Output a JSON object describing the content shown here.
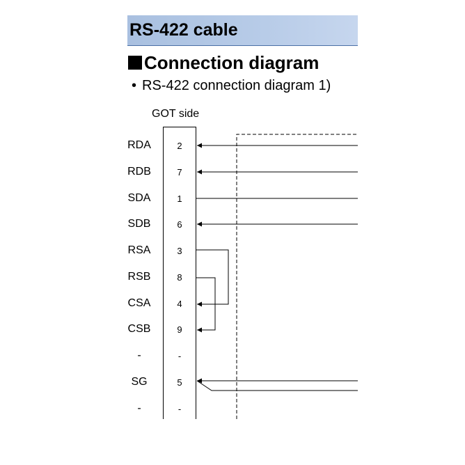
{
  "header": {
    "title": "RS-422 cable",
    "section_heading": "Connection diagram",
    "bullet_symbol": "•",
    "bullet_text": "RS-422 connection diagram 1)"
  },
  "diagram": {
    "side_label": "GOT side",
    "rows": [
      {
        "signal": "RDA",
        "pin": "2"
      },
      {
        "signal": "RDB",
        "pin": "7"
      },
      {
        "signal": "SDA",
        "pin": "1"
      },
      {
        "signal": "SDB",
        "pin": "6"
      },
      {
        "signal": "RSA",
        "pin": "3"
      },
      {
        "signal": "RSB",
        "pin": "8"
      },
      {
        "signal": "CSA",
        "pin": "4"
      },
      {
        "signal": "CSB",
        "pin": "9"
      },
      {
        "signal": "-",
        "pin": "-"
      },
      {
        "signal": "SG",
        "pin": "5"
      },
      {
        "signal": "-",
        "pin": "-"
      }
    ]
  },
  "colors": {
    "title_bar": "#b8cce8",
    "title_underline": "#4a6fa5"
  }
}
